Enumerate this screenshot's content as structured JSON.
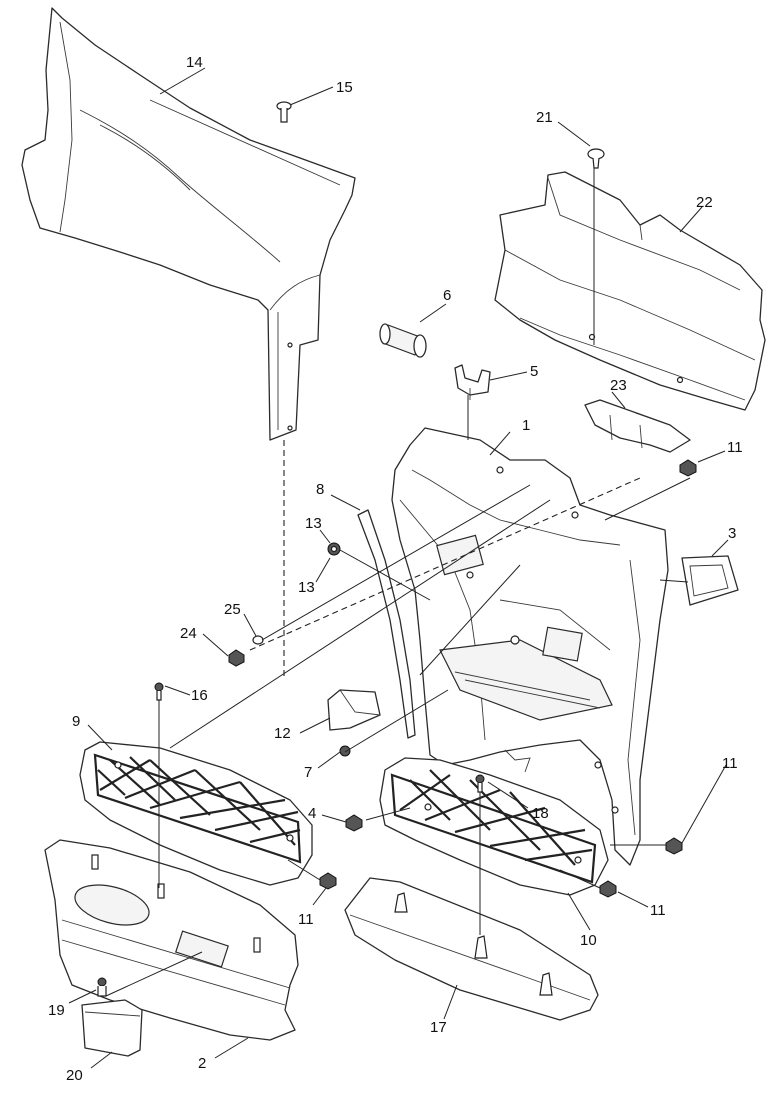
{
  "callouts": [
    {
      "id": "c1",
      "text": "1"
    },
    {
      "id": "c2",
      "text": "2"
    },
    {
      "id": "c3",
      "text": "3"
    },
    {
      "id": "c4",
      "text": "4"
    },
    {
      "id": "c5",
      "text": "5"
    },
    {
      "id": "c6",
      "text": "6"
    },
    {
      "id": "c7",
      "text": "7"
    },
    {
      "id": "c8",
      "text": "8"
    },
    {
      "id": "c9",
      "text": "9"
    },
    {
      "id": "c10",
      "text": "10"
    },
    {
      "id": "c11a",
      "text": "11"
    },
    {
      "id": "c11b",
      "text": "11"
    },
    {
      "id": "c11c",
      "text": "11"
    },
    {
      "id": "c11d",
      "text": "11"
    },
    {
      "id": "c12",
      "text": "12"
    },
    {
      "id": "c13a",
      "text": "13"
    },
    {
      "id": "c13b",
      "text": "13"
    },
    {
      "id": "c14",
      "text": "14"
    },
    {
      "id": "c15",
      "text": "15"
    },
    {
      "id": "c16",
      "text": "16"
    },
    {
      "id": "c17",
      "text": "17"
    },
    {
      "id": "c18",
      "text": "18"
    },
    {
      "id": "c19",
      "text": "19"
    },
    {
      "id": "c20",
      "text": "20"
    },
    {
      "id": "c21",
      "text": "21"
    },
    {
      "id": "c22",
      "text": "22"
    },
    {
      "id": "c23",
      "text": "23"
    },
    {
      "id": "c24",
      "text": "24"
    },
    {
      "id": "c25",
      "text": "25"
    }
  ]
}
